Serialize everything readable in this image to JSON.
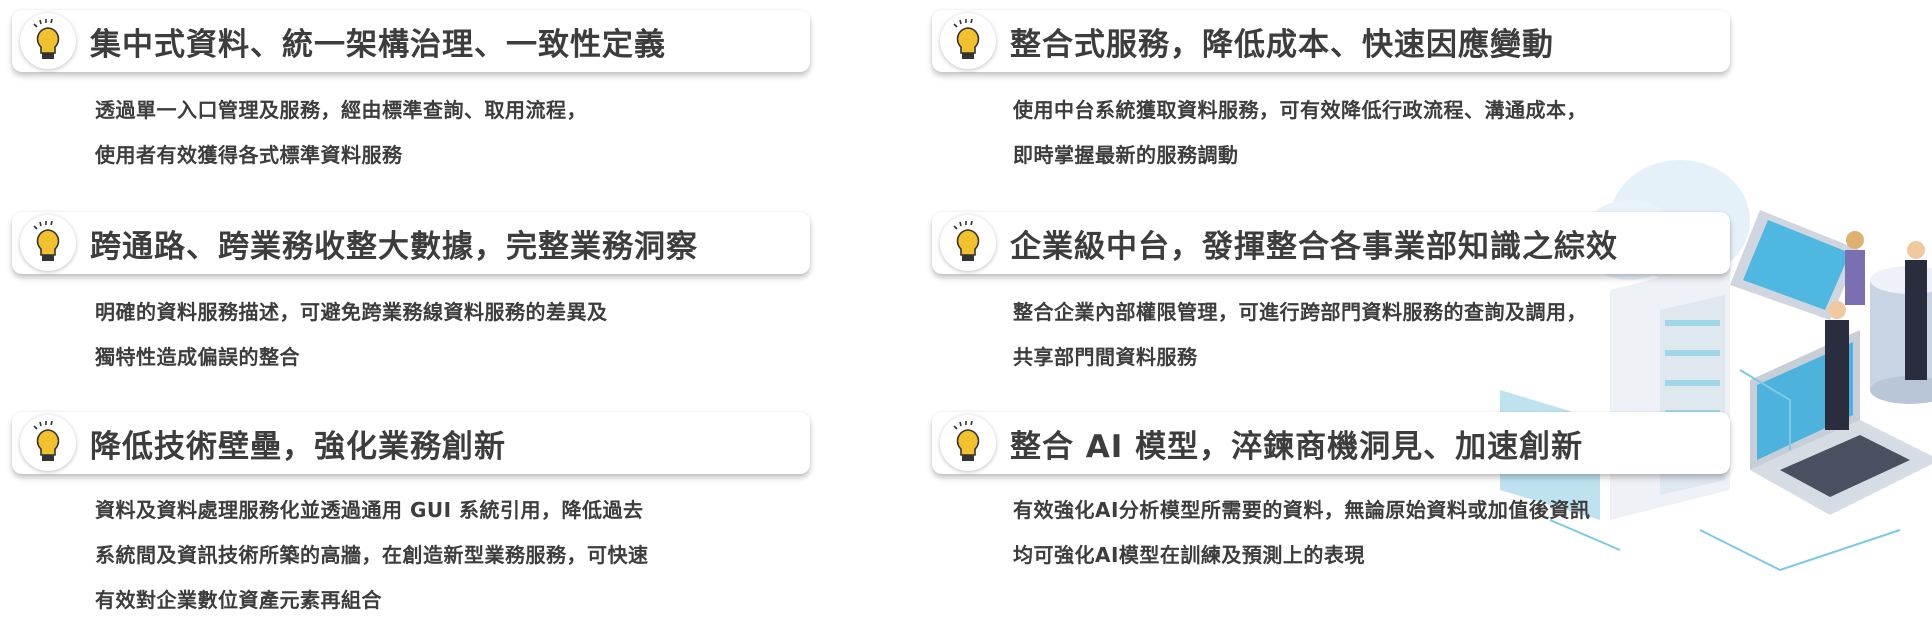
{
  "accent_color": "#f2c12e",
  "icon": "lightbulb-icon",
  "sections": [
    {
      "title": "集中式資料、統一架構治理、一致性定義",
      "lines": [
        "透過單一入口管理及服務，經由標準查詢、取用流程，",
        "使用者有效獲得各式標準資料服務"
      ]
    },
    {
      "title": "跨通路、跨業務收整大數據，完整業務洞察",
      "lines": [
        "明確的資料服務描述，可避免跨業務線資料服務的差異及",
        "獨特性造成偏誤的整合"
      ]
    },
    {
      "title": "降低技術壁壘，強化業務創新",
      "lines": [
        "資料及資料處理服務化並透過通用 GUI 系統引用，降低過去",
        "系統間及資訊技術所築的高牆，在創造新型業務服務，可快速",
        "有效對企業數位資產元素再組合"
      ]
    },
    {
      "title": "整合式服務，降低成本、快速因應變動",
      "lines": [
        "使用中台系統獲取資料服務，可有效降低行政流程、溝通成本，",
        "即時掌握最新的服務調動"
      ]
    },
    {
      "title": "企業級中台，發揮整合各事業部知識之綜效",
      "lines": [
        "整合企業內部權限管理，可進行跨部門資料服務的查詢及調用，",
        "共享部門間資料服務"
      ]
    },
    {
      "title": "整合 AI 模型，淬鍊商機洞見、加速創新",
      "lines": [
        "有效強化AI分析模型所需要的資料，無論原始資料或加值後資訊",
        "均可強化AI模型在訓練及預測上的表現"
      ]
    }
  ]
}
